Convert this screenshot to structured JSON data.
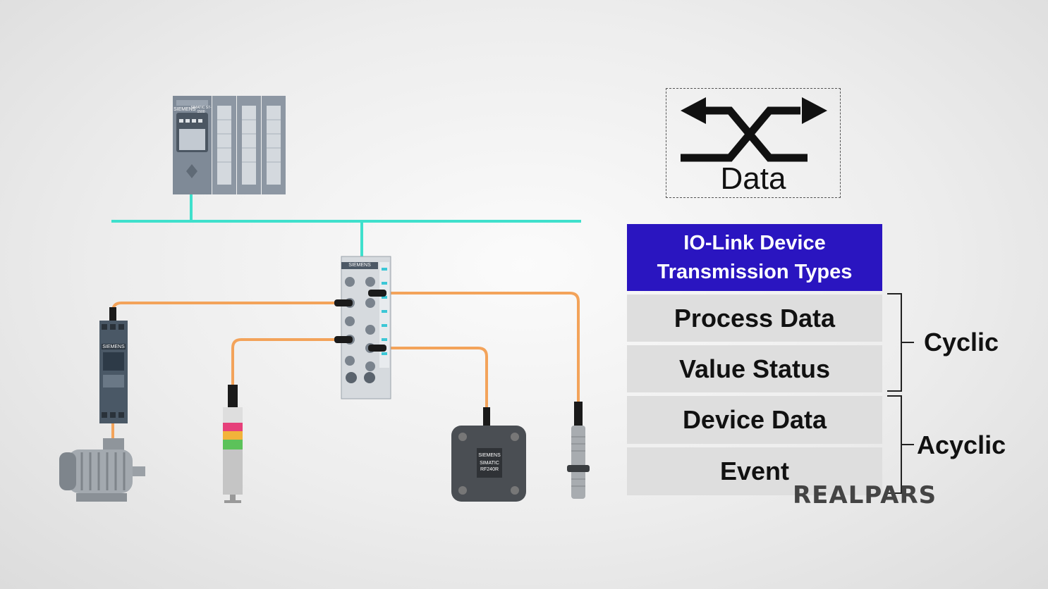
{
  "data_icon": {
    "label": "Data"
  },
  "table": {
    "header_line1": "IO-Link Device",
    "header_line2": "Transmission Types",
    "rows": [
      "Process Data",
      "Value Status",
      "Device Data",
      "Event"
    ]
  },
  "groups": {
    "cyclic": "Cyclic",
    "acyclic": "Acyclic"
  },
  "devices": {
    "plc_brand": "SIEMENS",
    "plc_model": "SIMATIC S7-1500",
    "io_master_brand": "SIEMENS",
    "starter_brand": "SIEMENS",
    "rfid_brand": "SIEMENS",
    "rfid_model_line1": "SIMATIC",
    "rfid_model_line2": "RF240R"
  },
  "logo": "REALPARS",
  "colors": {
    "network": "#3fe0cc",
    "cable": "#f3a35a",
    "header_bg": "#2a15c0"
  }
}
